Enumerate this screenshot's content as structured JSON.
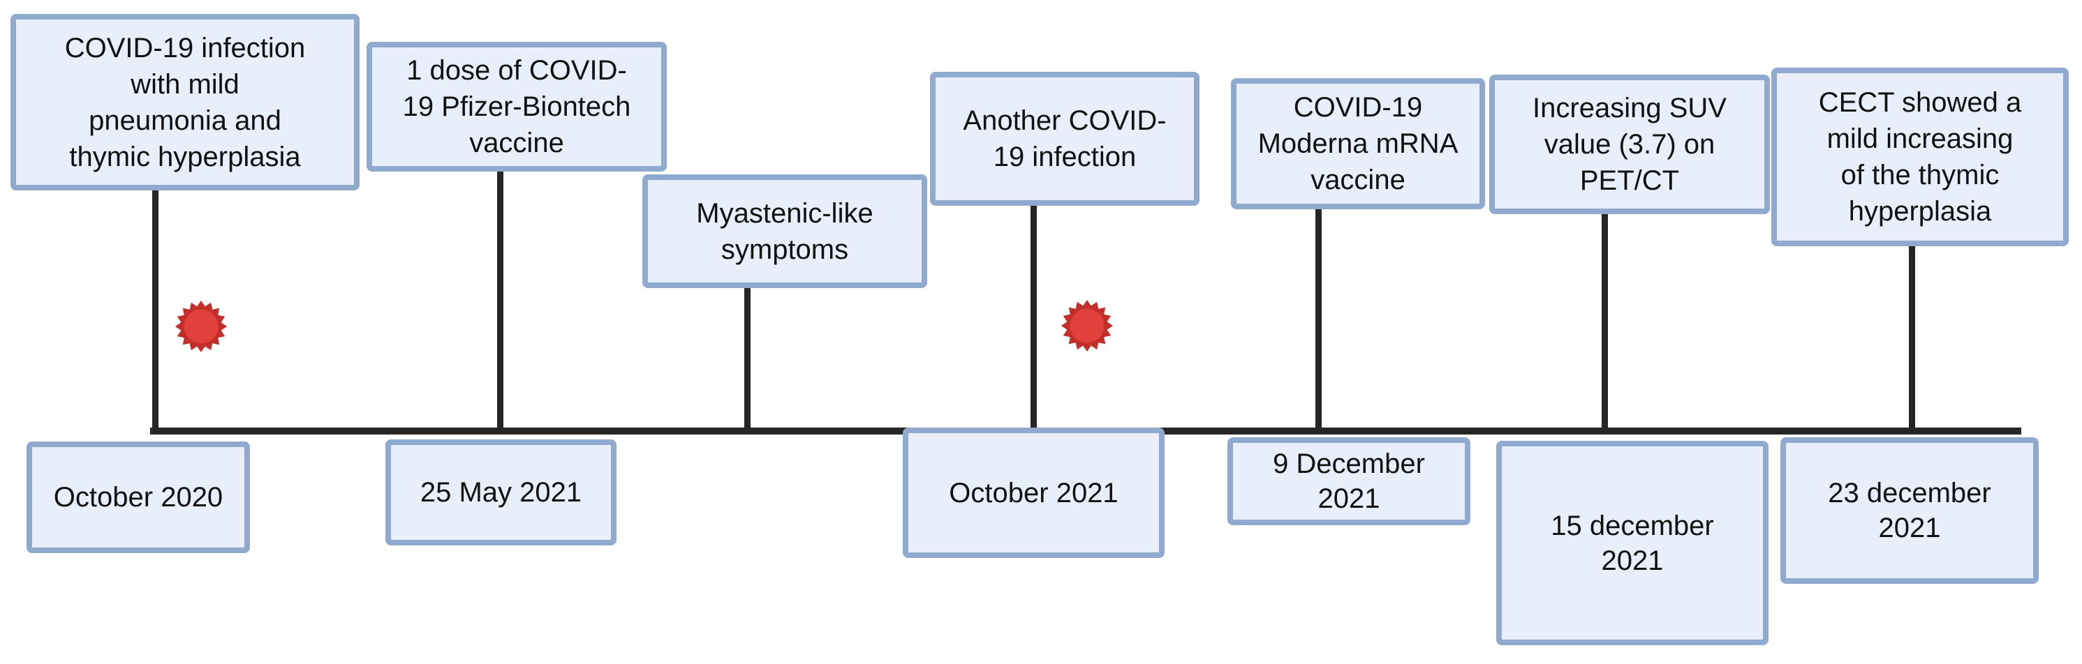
{
  "figure": {
    "type": "patient-clinical-timeline",
    "events": [
      {
        "label": "COVID-19 infection with mild pneumonia and thymic hyperplasia",
        "date": "October 2020",
        "marker": "virus"
      },
      {
        "label": "1 dose of COVID-19 Pfizer-Biontech vaccine",
        "date": "25 May 2021",
        "marker": ""
      },
      {
        "label": "Myastenic-like symptoms",
        "date": "",
        "marker": ""
      },
      {
        "label": "Another COVID-19 infection",
        "date": "October 2021",
        "marker": "virus"
      },
      {
        "label": "COVID-19 Moderna mRNA vaccine",
        "date": "9 December 2021",
        "marker": ""
      },
      {
        "label": "Increasing SUV value (3.7) on PET/CT",
        "date": "15 december 2021",
        "marker": ""
      },
      {
        "label": "CECT showed a mild increasing of the thymic hyperplasia",
        "date": "23 december 2021",
        "marker": ""
      }
    ],
    "colors": {
      "background": "#ffffff",
      "text": "#111111",
      "box_fill": "#e8effb",
      "box_border": "#8fa9cf",
      "line": "#262626",
      "virus_spikes": "#c22f2b",
      "virus_core": "#e2403a"
    }
  }
}
